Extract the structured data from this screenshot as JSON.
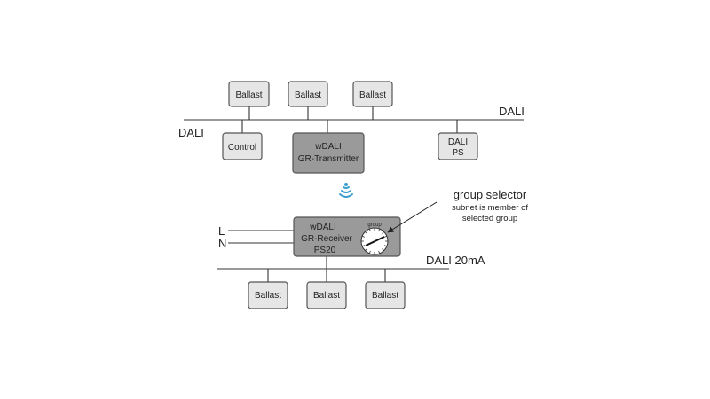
{
  "top_network": {
    "bus_label_right": "DALI",
    "bus_label_left": "DALI",
    "ballasts": [
      "Ballast",
      "Ballast",
      "Ballast"
    ],
    "control": "Control",
    "transmitter": [
      "wDALI",
      "GR-Transmitter"
    ],
    "power_supply": [
      "DALI",
      "PS"
    ]
  },
  "wireless_icon": "wifi-signal-icon",
  "colors": {
    "wireless": "#3a9fd0",
    "device_dark": "#9a9a9a",
    "device_light": "#e6e6e6"
  },
  "bottom_network": {
    "mains_l": "L",
    "mains_n": "N",
    "receiver": [
      "wDALI",
      "GR-Receiver",
      "PS20"
    ],
    "dial_label": "group",
    "bus_label": "DALI 20mA",
    "ballasts": [
      "Ballast",
      "Ballast",
      "Ballast"
    ]
  },
  "annotation": {
    "title": "group selector",
    "lines": [
      "subnet is member of",
      "selected group"
    ]
  }
}
